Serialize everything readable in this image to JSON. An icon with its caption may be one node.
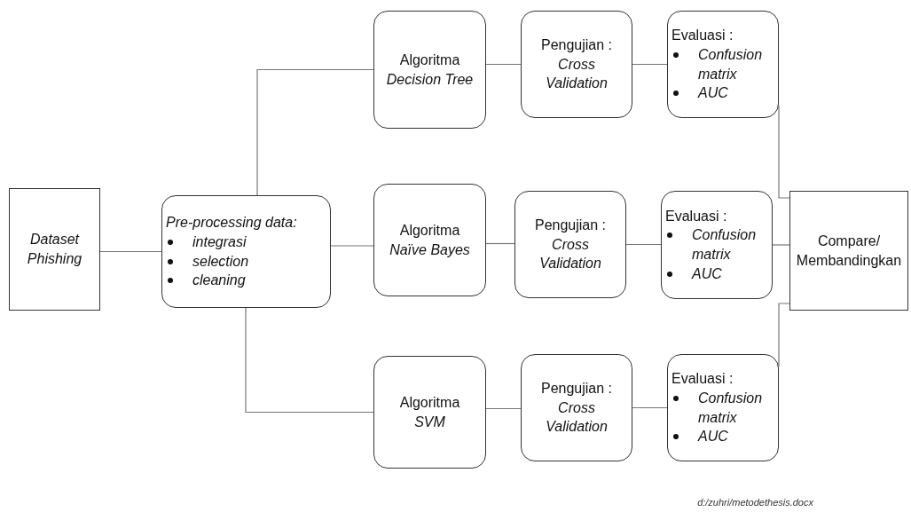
{
  "diagram": {
    "nodes": [
      {
        "text": [
          "Dataset Phishing"
        ]
      },
      {
        "text": [
          "Pre-processing data:",
          "integrasi",
          "selection",
          "cleaning"
        ]
      },
      {
        "text": [
          "Algoritma *Decision Tree*"
        ]
      },
      {
        "text": [
          "Pengujian : *Cross Validation*"
        ]
      },
      {
        "text": [
          "Evaluasi :",
          "Confusion matrix",
          "AUC"
        ]
      },
      {
        "text": [
          "Algoritma *Naïve Bayes*"
        ]
      },
      {
        "text": [
          "Pengujian : *Cross Validation*"
        ]
      },
      {
        "text": [
          "Evaluasi :",
          "Confusion matrix",
          "AUC"
        ]
      },
      {
        "text": [
          "Compare/ Membandingkan"
        ]
      },
      {
        "text": [
          "Algoritma *SVM*"
        ]
      },
      {
        "text": [
          "Pengujian : *Cross Validation*"
        ]
      },
      {
        "text": [
          "Evaluasi :",
          "Confusion matrix",
          "AUC"
        ]
      }
    ],
    "edges": [
      {
        "from": 0,
        "to": 1,
        "arrow": "none"
      },
      {
        "from": 1,
        "to": 2,
        "arrow": "none"
      },
      {
        "from": 1,
        "to": 5,
        "arrow": "none"
      },
      {
        "from": 1,
        "to": 9,
        "arrow": "none"
      },
      {
        "from": 2,
        "to": 3,
        "arrow": "none"
      },
      {
        "from": 3,
        "to": 4,
        "arrow": "none"
      },
      {
        "from": 5,
        "to": 6,
        "arrow": "none"
      },
      {
        "from": 6,
        "to": 7,
        "arrow": "none"
      },
      {
        "from": 9,
        "to": 10,
        "arrow": "none"
      },
      {
        "from": 10,
        "to": 11,
        "arrow": "none"
      },
      {
        "from": 4,
        "to": 8,
        "arrow": "none"
      },
      {
        "from": 7,
        "to": 8,
        "arrow": "none"
      },
      {
        "from": 11,
        "to": 8,
        "arrow": "none"
      }
    ],
    "labels": [
      "d:/zuhri/metodethesis.docx"
    ]
  }
}
